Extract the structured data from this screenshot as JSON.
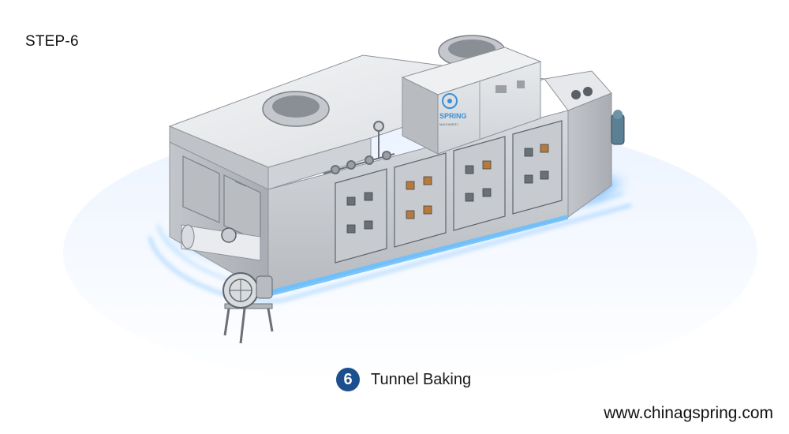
{
  "step_label": "STEP-6",
  "caption": {
    "number": "6",
    "text": "Tunnel Baking"
  },
  "website": "www.chinagspring.com",
  "logo": {
    "name": "SPRING",
    "subtitle": "MACHINERY"
  },
  "colors": {
    "glow": "#3aa0ff",
    "badge": "#1d4f8f",
    "steel": "#c9ccd1",
    "logo_blue": "#3b8fd6"
  }
}
